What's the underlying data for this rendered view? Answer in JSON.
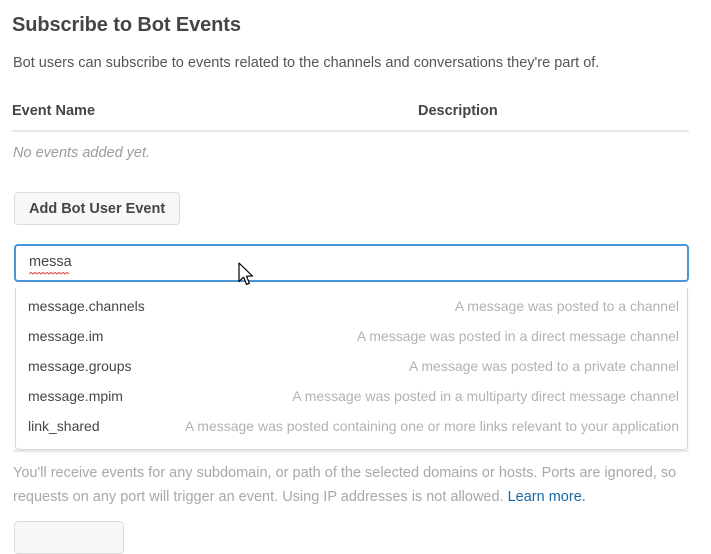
{
  "section": {
    "title": "Subscribe to Bot Events",
    "subtitle": "Bot users can subscribe to events related to the channels and conversations they're part of."
  },
  "events_table": {
    "columns": {
      "event_name": "Event Name",
      "description": "Description"
    },
    "empty_message": "No events added yet."
  },
  "actions": {
    "add_bot_user_event": "Add Bot User Event"
  },
  "search": {
    "value": "messa",
    "placeholder": ""
  },
  "dropdown": {
    "options": [
      {
        "name": "message.channels",
        "description": "A message was posted to a channel"
      },
      {
        "name": "message.im",
        "description": "A message was posted in a direct message channel"
      },
      {
        "name": "message.groups",
        "description": "A message was posted to a private channel"
      },
      {
        "name": "message.mpim",
        "description": "A message was posted in a multiparty direct message channel"
      },
      {
        "name": "link_shared",
        "description": "A message was posted containing one or more links relevant to your application"
      }
    ]
  },
  "bottom": {
    "note_text": "You'll receive events for any subdomain, or path of the selected domains or hosts. Ports are ignored, so requests on any port will trigger an event. Using IP addresses is not allowed. ",
    "learn_more_label": "Learn more."
  },
  "colors": {
    "focus_border": "#4a95d6",
    "link": "#1a6aa8",
    "heading_text": "#454545",
    "muted_text": "#a8a8a8",
    "spellcheck_underline": "#e04040",
    "divider": "#e8e8e8"
  }
}
